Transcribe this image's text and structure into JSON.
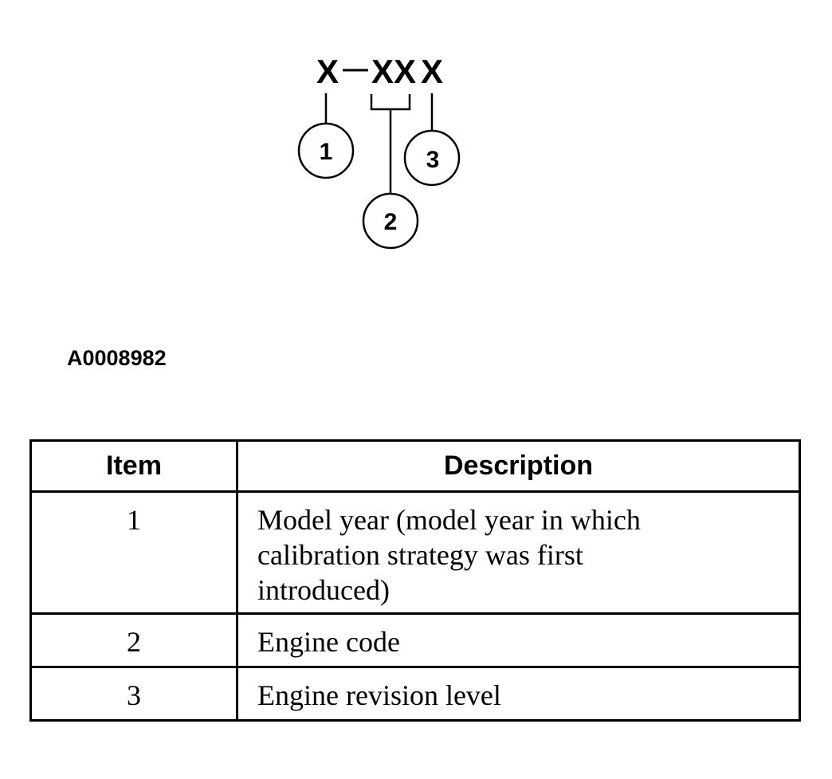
{
  "diagram": {
    "code": {
      "char1": "X",
      "dash": "—",
      "chars23": "XX",
      "char4": "X"
    },
    "callouts": [
      "1",
      "2",
      "3"
    ]
  },
  "figure_id": "A0008982",
  "table": {
    "headers": {
      "item": "Item",
      "description": "Description"
    },
    "rows": [
      {
        "item": "1",
        "description_lines": [
          "Model year (model year in which",
          "calibration strategy was first",
          "introduced)"
        ]
      },
      {
        "item": "2",
        "description_lines": [
          "Engine code"
        ]
      },
      {
        "item": "3",
        "description_lines": [
          "Engine revision level"
        ]
      }
    ]
  }
}
